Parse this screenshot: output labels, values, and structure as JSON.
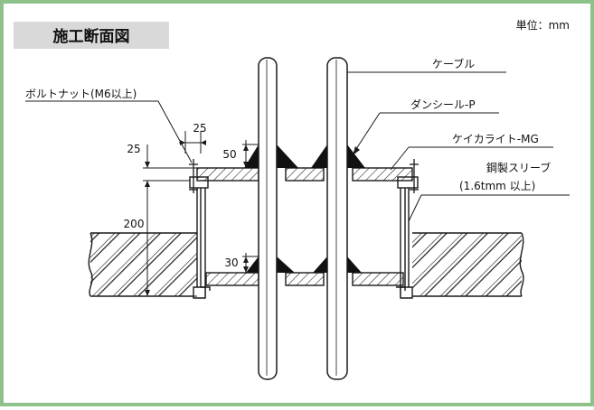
{
  "title": "施工断面図",
  "unit": "単位：mm",
  "labels": {
    "cable": "ケーブル",
    "bolt_nut": "ボルトナット(M6以上)",
    "dan_seal": "ダンシール-P",
    "keical_light": "ケイカライト-MG",
    "sleeve_line1": "鋼製スリーブ",
    "sleeve_line2": "(1.6tmm 以上)"
  },
  "dimensions": {
    "d25_top": "25",
    "d25_left": "25",
    "d50": "50",
    "d200": "200",
    "d30": "30"
  },
  "colors": {
    "border": "#8fc18b",
    "title_bg": "#d9d9d9",
    "line": "#1a1a1a"
  }
}
